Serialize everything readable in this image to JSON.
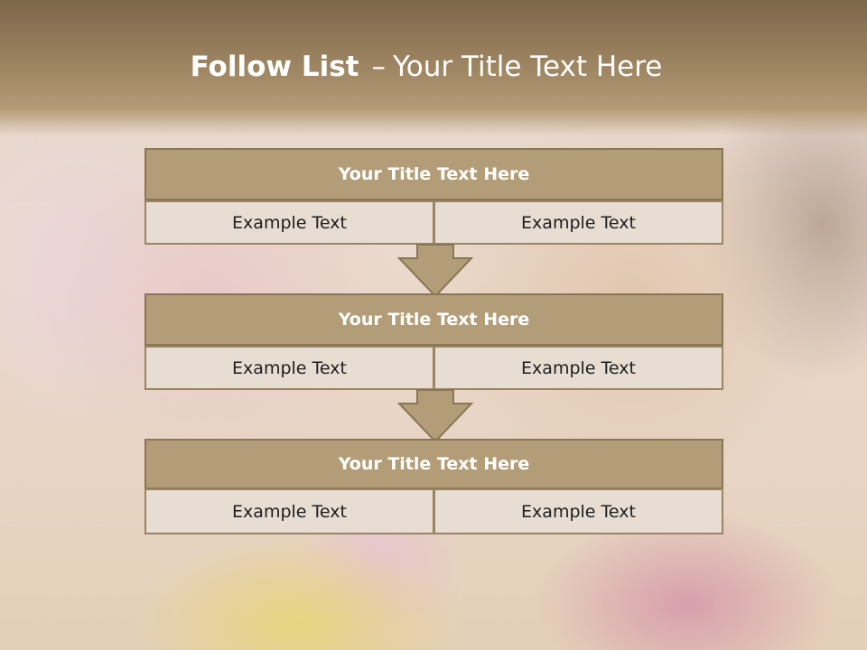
{
  "slide": {
    "title_bold": "Follow List",
    "title_dash": "–",
    "title_rest": "Your Title Text Here"
  },
  "blocks": [
    {
      "title": "Your Title Text Here",
      "left_text": "Example Text",
      "right_text": "Example Text"
    },
    {
      "title": "Your Title Text Here",
      "left_text": "Example Text",
      "right_text": "Example Text"
    },
    {
      "title": "Your Title Text Here",
      "left_text": "Example Text",
      "right_text": "Example Text"
    }
  ],
  "colors": {
    "header_band": "#9b8260",
    "block_title_fill": "#b39d78",
    "cell_fill": "#e8ddd2",
    "arrow_fill": "#b39d78",
    "border": "#8a7656"
  },
  "icons": [
    "down-arrow-icon",
    "down-arrow-icon"
  ]
}
